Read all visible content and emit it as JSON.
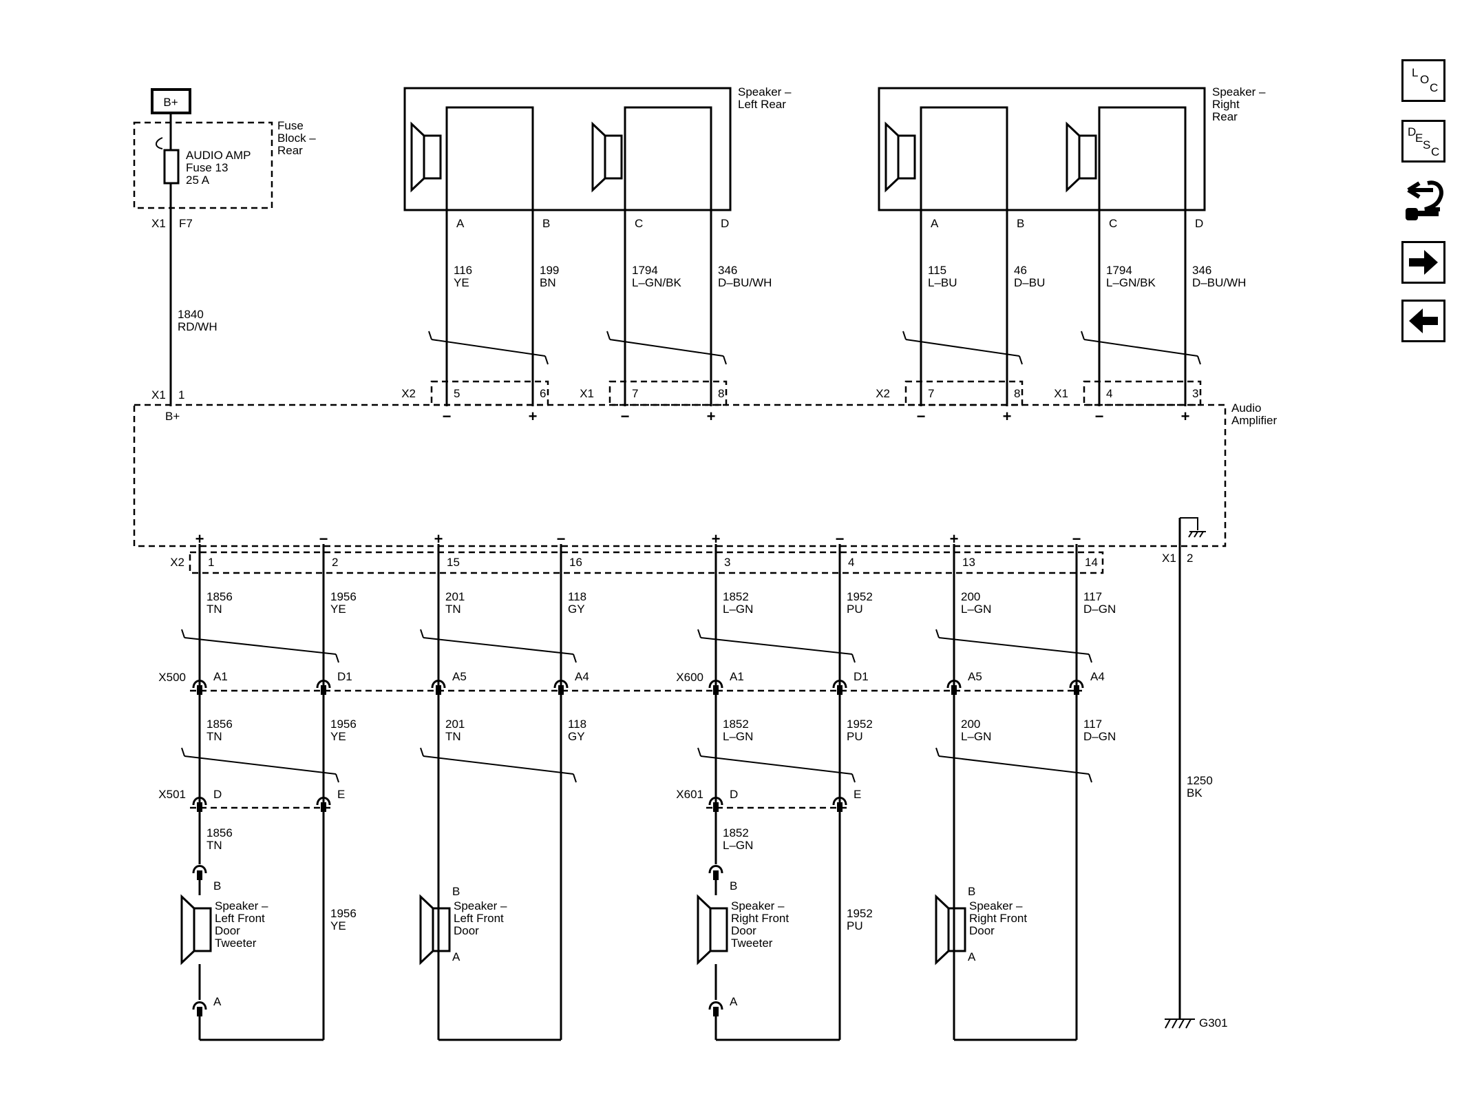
{
  "power": {
    "b_plus": "B+"
  },
  "fuse_block": {
    "title_lines": [
      "Fuse",
      "Block –",
      "Rear"
    ],
    "fuse_lines": [
      "AUDIO AMP",
      "Fuse 13",
      "25 A"
    ],
    "conn": "X1",
    "pin": "F7"
  },
  "feed_wire": {
    "circuit": "1840",
    "color": "RD/WH"
  },
  "amplifier": {
    "title_lines": [
      "Audio",
      "Amplifier"
    ],
    "feed_conn": "X1",
    "feed_pin": "1",
    "feed_label": "B+",
    "ground_conn": "X1",
    "ground_pin": "2"
  },
  "rear_speakers": [
    {
      "title_lines": [
        "Speaker –",
        "Left Rear"
      ],
      "terminals": [
        "A",
        "B",
        "C",
        "D"
      ],
      "wires": [
        {
          "circuit": "116",
          "color": "YE"
        },
        {
          "circuit": "199",
          "color": "BN"
        },
        {
          "circuit": "1794",
          "color": "L–GN/BK"
        },
        {
          "circuit": "346",
          "color": "D–BU/WH"
        }
      ],
      "conns": [
        {
          "name": "X2",
          "pins": [
            "5",
            "6"
          ]
        },
        {
          "name": "X1",
          "pins": [
            "7",
            "8"
          ]
        }
      ],
      "polarity": [
        "−",
        "+",
        "−",
        "+"
      ]
    },
    {
      "title_lines": [
        "Speaker –",
        "Right",
        "Rear"
      ],
      "terminals": [
        "A",
        "B",
        "C",
        "D"
      ],
      "wires": [
        {
          "circuit": "115",
          "color": "L–BU"
        },
        {
          "circuit": "46",
          "color": "D–BU"
        },
        {
          "circuit": "1794",
          "color": "L–GN/BK"
        },
        {
          "circuit": "346",
          "color": "D–BU/WH"
        }
      ],
      "conns": [
        {
          "name": "X2",
          "pins": [
            "7",
            "8"
          ]
        },
        {
          "name": "X1",
          "pins": [
            "4",
            "3"
          ]
        }
      ],
      "polarity": [
        "−",
        "+",
        "−",
        "+"
      ]
    }
  ],
  "front_out": {
    "conn": "X2",
    "pins": [
      "1",
      "2",
      "15",
      "16",
      "3",
      "4",
      "13",
      "14"
    ],
    "polarity": [
      "+",
      "−",
      "+",
      "−",
      "+",
      "−",
      "+",
      "−"
    ],
    "wires_top": [
      {
        "circuit": "1856",
        "color": "TN"
      },
      {
        "circuit": "1956",
        "color": "YE"
      },
      {
        "circuit": "201",
        "color": "TN"
      },
      {
        "circuit": "118",
        "color": "GY"
      },
      {
        "circuit": "1852",
        "color": "L–GN"
      },
      {
        "circuit": "1952",
        "color": "PU"
      },
      {
        "circuit": "200",
        "color": "L–GN"
      },
      {
        "circuit": "117",
        "color": "D–GN"
      }
    ]
  },
  "inline_a": {
    "left_conn": "X500",
    "right_conn": "X600",
    "pins": [
      "A1",
      "D1",
      "A5",
      "A4",
      "A1",
      "D1",
      "A5",
      "A4"
    ]
  },
  "wires_mid": [
    {
      "circuit": "1856",
      "color": "TN"
    },
    {
      "circuit": "1956",
      "color": "YE"
    },
    {
      "circuit": "201",
      "color": "TN"
    },
    {
      "circuit": "118",
      "color": "GY"
    },
    {
      "circuit": "1852",
      "color": "L–GN"
    },
    {
      "circuit": "1952",
      "color": "PU"
    },
    {
      "circuit": "200",
      "color": "L–GN"
    },
    {
      "circuit": "117",
      "color": "D–GN"
    }
  ],
  "inline_b": {
    "left_conn": "X501",
    "right_conn": "X601",
    "pins": [
      "D",
      "E",
      "D",
      "E"
    ]
  },
  "tweeter_wires": [
    {
      "circuit": "1856",
      "color": "TN"
    },
    {
      "circuit": "1852",
      "color": "L–GN"
    }
  ],
  "return_wires": [
    {
      "circuit": "1956",
      "color": "YE"
    },
    {
      "circuit": "1952",
      "color": "PU"
    }
  ],
  "front_speakers": [
    {
      "title_lines": [
        "Speaker –",
        "Left Front",
        "Door",
        "Tweeter"
      ],
      "term_top": "B",
      "term_bottom": "A"
    },
    {
      "title_lines": [
        "Speaker –",
        "Left Front",
        "Door"
      ],
      "term_top": "B",
      "term_bottom": "A"
    },
    {
      "title_lines": [
        "Speaker –",
        "Right Front",
        "Door",
        "Tweeter"
      ],
      "term_top": "B",
      "term_bottom": "A"
    },
    {
      "title_lines": [
        "Speaker –",
        "Right Front",
        "Door"
      ],
      "term_top": "B",
      "term_bottom": "A"
    }
  ],
  "ground": {
    "wire_circuit": "1250",
    "wire_color": "BK",
    "name": "G301"
  },
  "nav_buttons": [
    {
      "id": "loc",
      "letters": [
        "L",
        "O",
        "C"
      ]
    },
    {
      "id": "desc",
      "letters": [
        "D",
        "E",
        "S",
        "C"
      ]
    },
    {
      "id": "connector-icon"
    },
    {
      "id": "next-arrow"
    },
    {
      "id": "prev-arrow"
    }
  ]
}
